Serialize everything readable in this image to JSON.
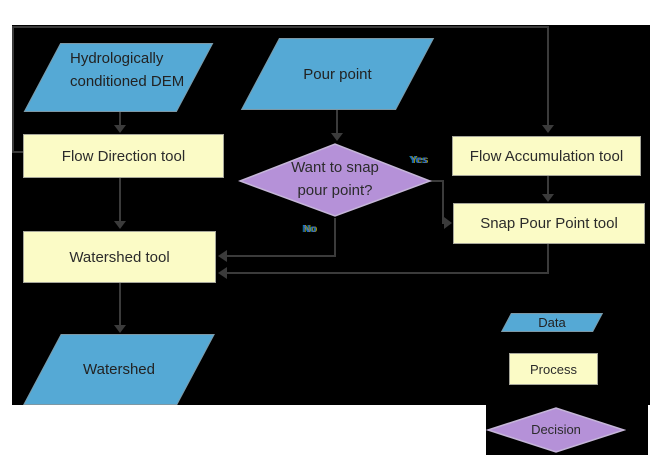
{
  "nodes": {
    "dem": {
      "label": "Hydrologically conditioned DEM",
      "type": "data"
    },
    "pour_point": {
      "label": "Pour point",
      "type": "data"
    },
    "flow_direction": {
      "label": "Flow Direction tool",
      "type": "process"
    },
    "flow_accumulation": {
      "label": "Flow Accumulation tool",
      "type": "process"
    },
    "snap_pour_point": {
      "label": "Snap Pour Point tool",
      "type": "process"
    },
    "watershed_tool": {
      "label": "Watershed tool",
      "type": "process"
    },
    "watershed": {
      "label": "Watershed",
      "type": "data"
    },
    "decision": {
      "label": "Want to snap pour point?",
      "type": "decision"
    }
  },
  "edge_labels": {
    "yes": "Yes",
    "no": "No"
  },
  "legend": {
    "data": "Data",
    "process": "Process",
    "decision": "Decision"
  },
  "colors": {
    "data_fill": "#55a9d5",
    "process_fill": "#fbfbc6",
    "decision_fill": "#b591d8",
    "decision_stroke": "#c5b6d8",
    "connector": "#3b3b3b",
    "canvas_background": "#000000",
    "page_background": "#ffffff",
    "text": "#2b2b2b"
  }
}
